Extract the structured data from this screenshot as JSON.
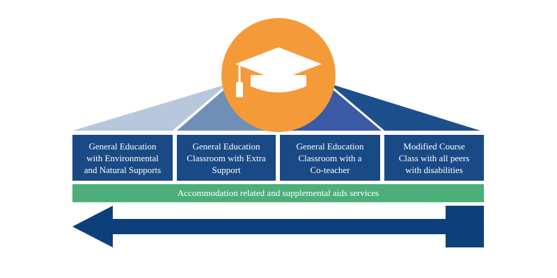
{
  "colors": {
    "box_fill": "#1a4a85",
    "bar_fill": "#4caf7a",
    "arrow_fill": "#0d3f7a",
    "circle_fill": "#f59a38",
    "roof_1": "#b8c8dc",
    "roof_2": "#6f8fb6",
    "roof_3": "#3a5aa6",
    "roof_4": "#1d4f8d"
  },
  "icon": "graduation-cap-icon",
  "settings": [
    {
      "label": "General Education\nwith Environmental\nand Natural Supports"
    },
    {
      "label": "General Education\nClassroom with Extra\nSupport"
    },
    {
      "label": "General Education\nClassroom with a\nCo-teacher"
    },
    {
      "label": "Modified Course\nClass with all peers\nwith disabilities"
    }
  ],
  "support_bar": {
    "label": "Accommodation related and supplemental aids services"
  }
}
